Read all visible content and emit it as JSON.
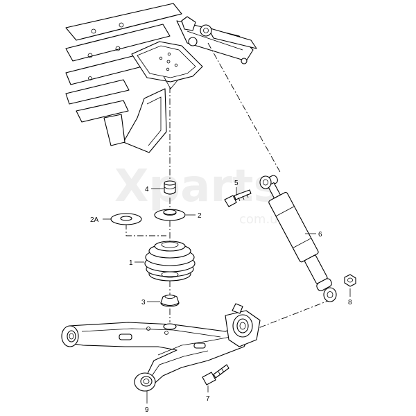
{
  "watermark": {
    "main": "Xparts",
    "sub": "com.ua"
  },
  "callouts": {
    "c1": "1",
    "c2": "2",
    "c2a": "2A",
    "c3": "3",
    "c4": "4",
    "c5": "5",
    "c6": "6",
    "c7": "7",
    "c8": "8",
    "c9": "9"
  }
}
